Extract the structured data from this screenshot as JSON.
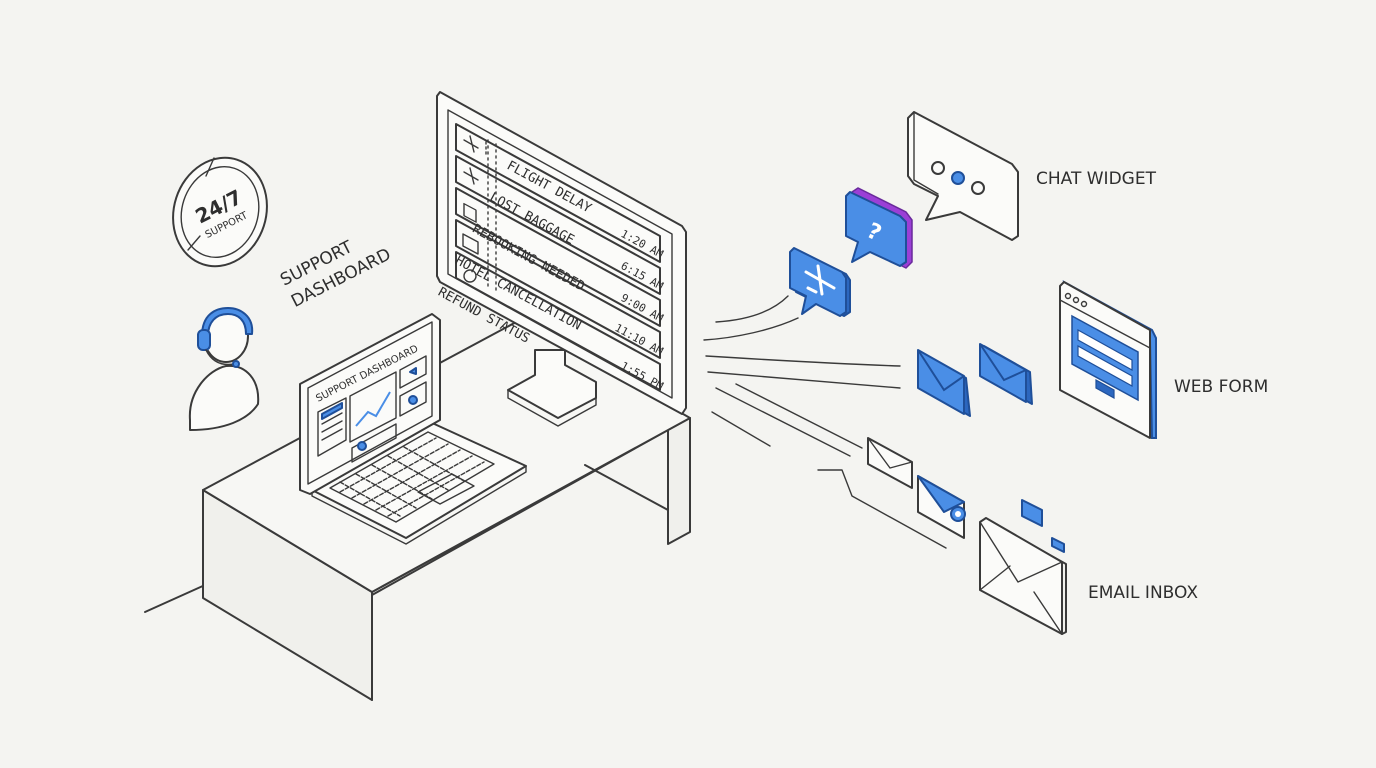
{
  "badge": {
    "line1": "24/7",
    "line2": "SUPPORT"
  },
  "agent_caption": {
    "line1": "SUPPORT",
    "line2": "DASHBOARD"
  },
  "laptop": {
    "screen_title": "SUPPORT DASHBOARD"
  },
  "monitor": {
    "tickets": [
      {
        "label": "FLIGHT DELAY",
        "time": ""
      },
      {
        "label": "LOST BAGGAGE",
        "time": "1:20 AM"
      },
      {
        "label": "REBOOKING NEEDED",
        "time": "6:15 AM"
      },
      {
        "label": "HOTEL CANCELLATION",
        "time": "9:00 AM"
      },
      {
        "label": "REFUND STATUS",
        "time": "11:10 AM"
      },
      {
        "label": "",
        "time": "1:55 PM"
      }
    ]
  },
  "channels": {
    "chat": "CHAT WIDGET",
    "web": "WEB FORM",
    "email": "EMAIL INBOX"
  },
  "colors": {
    "accent": "#4a8ee6",
    "accent_dark": "#1f4f99",
    "purple": "#9b3fd6",
    "ink": "#3a3a3a",
    "background": "#f4f4f1"
  },
  "icons": [
    "clock-badge-icon",
    "headset-agent-icon",
    "plane-icon",
    "luggage-icon",
    "hotel-icon",
    "location-pin-icon",
    "chat-bubble-icon",
    "question-bubble-icon",
    "plane-bubble-icon",
    "envelope-icon",
    "at-sign-icon",
    "browser-form-icon"
  ]
}
